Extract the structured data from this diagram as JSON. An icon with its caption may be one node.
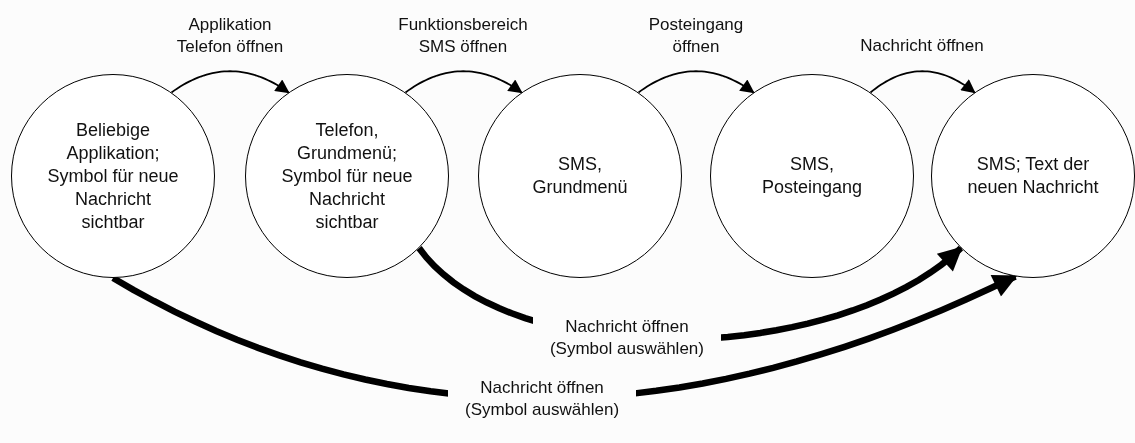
{
  "diagram": {
    "nodes": [
      {
        "text": [
          "Beliebige Applikation; Symbol für neue Nachricht sichtbar"
        ]
      },
      {
        "text": [
          "Telefon, Grundmenü; Symbol für neue Nachricht sichtbar"
        ]
      },
      {
        "text": [
          "SMS, Grundmenü"
        ]
      },
      {
        "text": [
          "SMS, Posteingang"
        ]
      },
      {
        "text": [
          "SMS; Text der neuen Nachricht"
        ]
      }
    ],
    "edges": [
      {
        "from": 0,
        "to": 1,
        "arrow": "to",
        "label": "Applikation Telefon öffnen"
      },
      {
        "from": 1,
        "to": 2,
        "arrow": "to",
        "label": "Funktionsbereich SMS öffnen"
      },
      {
        "from": 2,
        "to": 3,
        "arrow": "to",
        "label": "Posteingang öffnen"
      },
      {
        "from": 3,
        "to": 4,
        "arrow": "to",
        "label": "Nachricht öffnen"
      },
      {
        "from": 1,
        "to": 4,
        "arrow": "to",
        "label": "Nachricht öffnen (Symbol auswählen)",
        "style": "thick"
      },
      {
        "from": 0,
        "to": 4,
        "arrow": "to",
        "label": "Nachricht öffnen (Symbol auswählen)",
        "style": "thick"
      }
    ]
  }
}
